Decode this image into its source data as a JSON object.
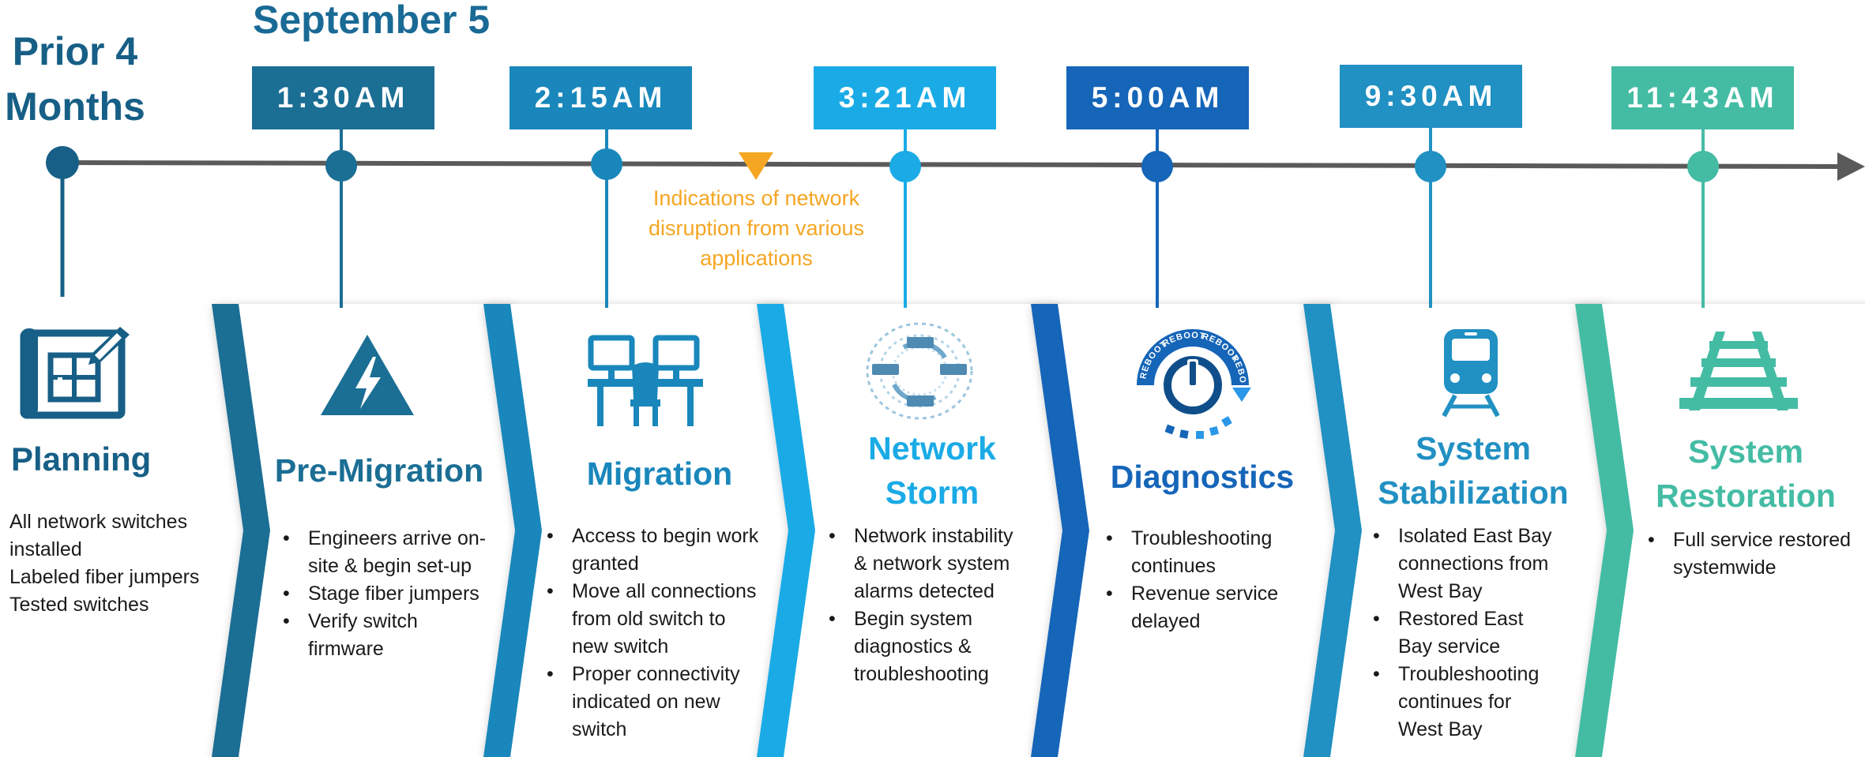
{
  "header": {
    "date": "September 5",
    "prior_line1": "Prior 4",
    "prior_line2": "Months"
  },
  "colors": {
    "c1": "#1b6e94",
    "c2": "#1987bb",
    "c3": "#1aabe6",
    "c4": "#1565b8",
    "c5": "#2190c2",
    "c6": "#44bca4",
    "planning": "#175f86",
    "axis": "#5a5a5a",
    "note": "#f5a623"
  },
  "planning": {
    "title": "Planning",
    "lines": [
      "All network switches",
      "installed",
      "Labeled fiber jumpers",
      "Tested switches"
    ]
  },
  "annotation": {
    "lines": [
      "Indications of network",
      "disruption from various",
      "applications"
    ]
  },
  "stages": [
    {
      "time": "1:30AM",
      "title_lines": [
        "Pre-Migration"
      ],
      "icon": "high-voltage-icon",
      "bullets": [
        [
          "Engineers arrive on-",
          "site & begin set-up"
        ],
        [
          "Stage fiber jumpers"
        ],
        [
          "Verify switch",
          "firmware"
        ]
      ]
    },
    {
      "time": "2:15AM",
      "title_lines": [
        "Migration"
      ],
      "icon": "workstations-icon",
      "bullets": [
        [
          "Access to begin work",
          "granted"
        ],
        [
          "Move all connections",
          "from old switch to",
          "new switch"
        ],
        [
          "Proper connectivity",
          "indicated on new",
          "switch"
        ]
      ]
    },
    {
      "time": "3:21AM",
      "title_lines": [
        "Network",
        "Storm"
      ],
      "icon": "network-storm-icon",
      "bullets": [
        [
          "Network instability",
          "& network system",
          "alarms detected"
        ],
        [
          "Begin system",
          "diagnostics &",
          "troubleshooting"
        ]
      ]
    },
    {
      "time": "5:00AM",
      "title_lines": [
        "Diagnostics"
      ],
      "icon": "reboot-power-icon",
      "reboot_label": "REBOOT",
      "bullets": [
        [
          "Troubleshooting",
          "continues"
        ],
        [
          "Revenue service",
          "delayed"
        ]
      ]
    },
    {
      "time": "9:30AM",
      "title_lines": [
        "System",
        "Stabilization"
      ],
      "icon": "train-icon",
      "bullets": [
        [
          "Isolated East Bay",
          "connections from",
          "West Bay"
        ],
        [
          "Restored East",
          "Bay service"
        ],
        [
          "Troubleshooting",
          "continues for",
          "West Bay"
        ]
      ]
    },
    {
      "time": "11:43AM",
      "title_lines": [
        "System",
        "Restoration"
      ],
      "icon": "railroad-track-icon",
      "bullets": [
        [
          "Full service restored",
          "systemwide"
        ]
      ]
    }
  ]
}
